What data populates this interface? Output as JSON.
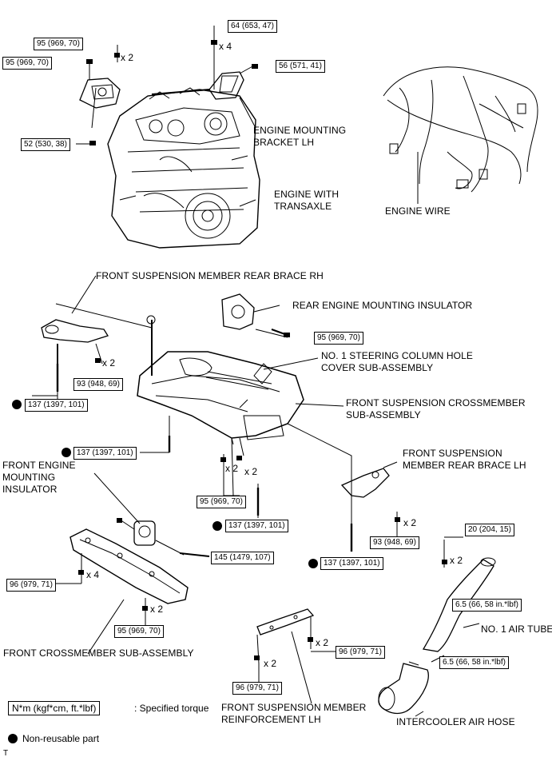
{
  "torque": {
    "t_64": "64 (653, 47)",
    "t_95_top": "95 (969, 70)",
    "t_95_left": "95 (969, 70)",
    "t_56": "56 (571, 41)",
    "t_52": "52 (530, 38)",
    "t_95_rear": "95 (969, 70)",
    "t_93_left": "93 (948, 69)",
    "t_137_a": "137 (1397, 101)",
    "t_137_b": "137 (1397, 101)",
    "t_95_mid": "95 (969, 70)",
    "t_137_c": "137 (1397, 101)",
    "t_93_right": "93 (948, 69)",
    "t_137_d": "137 (1397, 101)",
    "t_20": "20 (204, 15)",
    "t_145": "145 (1479, 107)",
    "t_96_left": "96 (979, 71)",
    "t_65_a": "6.5 (66, 58 in.*lbf)",
    "t_95_bottom": "95 (969, 70)",
    "t_65_b": "6.5 (66, 58 in.*lbf)",
    "t_96_right": "96 (979, 71)",
    "t_96_bottom": "96 (979, 71)"
  },
  "qty": {
    "x4_top": "x 4",
    "x2_top": "x 2",
    "x2_left_brace": "x 2",
    "x2_mid_a": "x 2",
    "x2_mid_b": "x 2",
    "x2_right_brace": "x 2",
    "x2_air": "x 2",
    "x4_front": "x 4",
    "x2_front_bottom": "x 2",
    "x2_reinf_right": "x 2",
    "x2_reinf_left": "x 2"
  },
  "labels": {
    "engine_mount_bracket": "ENGINE MOUNTING\nBRACKET LH",
    "engine_transaxle": "ENGINE WITH\nTRANSAXLE",
    "engine_wire": "ENGINE WIRE",
    "rear_brace_rh": "FRONT SUSPENSION MEMBER REAR BRACE RH",
    "rear_mount_insulator": "REAR ENGINE MOUNTING INSULATOR",
    "steering_column_cover": "NO. 1 STEERING COLUMN HOLE\nCOVER SUB-ASSEMBLY",
    "crossmember": "FRONT SUSPENSION CROSSMEMBER\nSUB-ASSEMBLY",
    "front_mount_insulator": "FRONT ENGINE\nMOUNTING\nINSULATOR",
    "rear_brace_lh": "FRONT SUSPENSION\nMEMBER REAR BRACE LH",
    "air_tube": "NO. 1 AIR TUBE",
    "front_crossmember": "FRONT CROSSMEMBER SUB-ASSEMBLY",
    "reinforcement_lh": "FRONT SUSPENSION MEMBER\nREINFORCEMENT LH",
    "intercooler_hose": "INTERCOOLER AIR HOSE"
  },
  "legend": {
    "torque_unit": "N*m (kgf*cm, ft.*lbf)",
    "torque_desc": ": Specified torque",
    "nonreusable": "Non-reusable part"
  },
  "footer": {
    "code": "T"
  }
}
